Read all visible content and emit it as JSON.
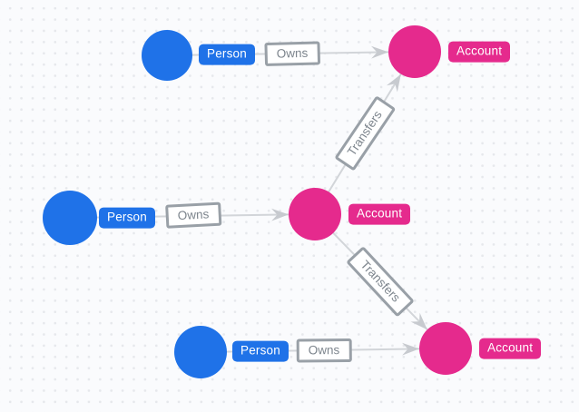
{
  "canvas": {
    "background": "#fafbfd",
    "dot_color": "#e6e8ec"
  },
  "colors": {
    "person_node": "#1f72e8",
    "account_node": "#e52a8d",
    "edge_line": "#d2d5d9",
    "arrowhead": "#c7cacf",
    "edge_label_border": "#99a0a7",
    "edge_label_text": "#7d858d",
    "node_label_text": "#ffffff"
  },
  "nodes": [
    {
      "label": "Person",
      "type": "Person"
    },
    {
      "label": "Account",
      "type": "Account"
    },
    {
      "label": "Person",
      "type": "Person"
    },
    {
      "label": "Account",
      "type": "Account"
    },
    {
      "label": "Person",
      "type": "Person"
    },
    {
      "label": "Account",
      "type": "Account"
    }
  ],
  "edges": [
    {
      "label": "Owns",
      "from": "Person",
      "to": "Account"
    },
    {
      "label": "Owns",
      "from": "Person",
      "to": "Account"
    },
    {
      "label": "Owns",
      "from": "Person",
      "to": "Account"
    },
    {
      "label": "Transfers",
      "from": "Account",
      "to": "Account"
    },
    {
      "label": "Transfers",
      "from": "Account",
      "to": "Account"
    }
  ]
}
